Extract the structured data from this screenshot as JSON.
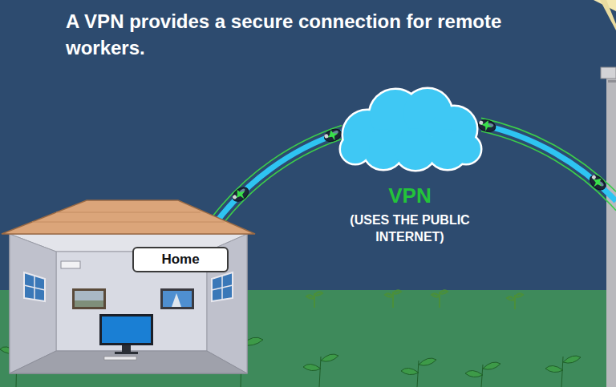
{
  "diagram": {
    "title": "A VPN provides a secure connection for remote workers.",
    "nodes": [
      {
        "text": [
          "Home"
        ]
      },
      {
        "text": [
          "VPN",
          "(USES THE PUBLIC INTERNET)"
        ]
      }
    ],
    "edges": [
      {
        "from": 0,
        "to": 1,
        "arrow": "none"
      }
    ]
  }
}
